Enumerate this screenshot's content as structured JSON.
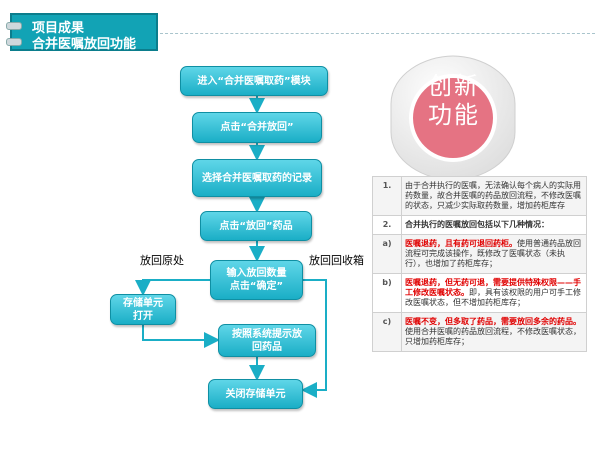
{
  "header": {
    "line1": "项目成果",
    "line2": "合并医嘱放回功能"
  },
  "flow": {
    "step1": "进入“合并医嘱取药”模块",
    "step2": "点击“合并放回”",
    "step3": "选择合并医嘱取药的记录",
    "step4": "点击“放回”药品",
    "step5_line1": "输入放回数量",
    "step5_line2": "点击“确定”",
    "side_line1": "存储单元",
    "side_line2": "打开",
    "step6_line1": "按照系统提示放",
    "step6_line2": "回药品",
    "step7": "关闭存储单元",
    "label_left": "放回原处",
    "label_right": "放回回收箱"
  },
  "badge": {
    "line1": "创新",
    "line2": "功能"
  },
  "table": {
    "row1": {
      "num": "1.",
      "text": "由于合并执行的医嘱，无法确认每个病人的实际用药数量，故合并医嘱的药品放回流程，不修改医嘱的状态，只减少实际取药数量，增加药柜库存"
    },
    "row2": {
      "num": "2.",
      "text": "合并执行的医嘱放回包括以下几种情况："
    },
    "row_a": {
      "num": "a)",
      "red": "医嘱退药，且有药可退回药柜。",
      "text": "使用普通药品放回流程可完成该操作，既修改了医嘱状态（未执行），也增加了药柜库存；"
    },
    "row_b": {
      "num": "b)",
      "red": "医嘱退药，但无药可退，需要提供特殊权限——手工修改医嘱状态。",
      "text": "即，具有该权限的用户可手工修改医嘱状态，但不增加药柜库存；"
    },
    "row_c": {
      "num": "c)",
      "red": "医嘱不变，但多取了药品，需要放回多余的药品。",
      "text": "使用合并医嘱的药品放回流程，不修改医嘱状态，只增加药柜库存；"
    }
  },
  "colors": {
    "teal": "#12a3b5",
    "node": "#1aaec6",
    "badge": "#e57383",
    "red": "#e00000"
  }
}
